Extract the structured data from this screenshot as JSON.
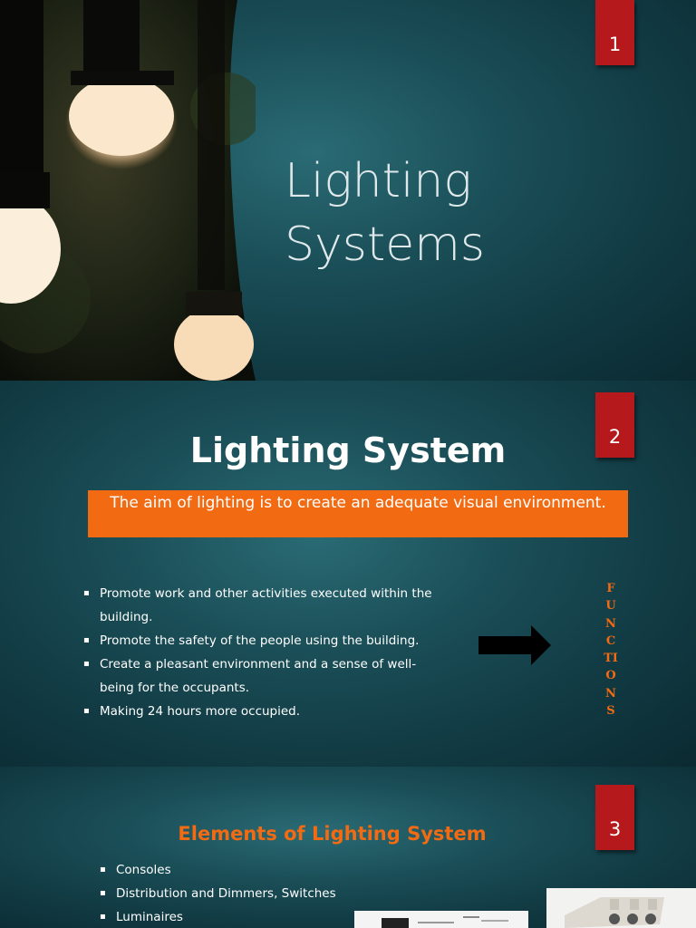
{
  "slides": [
    {
      "number": "1",
      "title_line1": "Lighting",
      "title_line2": "Systems"
    },
    {
      "number": "2",
      "heading": "Lighting System",
      "aim": "The aim of lighting is to create an adequate visual environment.",
      "bullets": [
        "Promote work and other activities executed within the building.",
        "Promote the safety of the people using the building.",
        "Create a pleasant environment and a sense of well-being for the occupants.",
        "Making 24 hours more occupied."
      ],
      "vertical_word": "FUNCTIONS"
    },
    {
      "number": "3",
      "heading": "Elements of Lighting System",
      "bullets": [
        "Consoles",
        "Distribution and Dimmers, Switches",
        "Luminaires"
      ]
    }
  ],
  "colors": {
    "accent_orange": "#f26b13",
    "badge_red": "#b5191c",
    "teal_bg": "#1b4f58"
  }
}
